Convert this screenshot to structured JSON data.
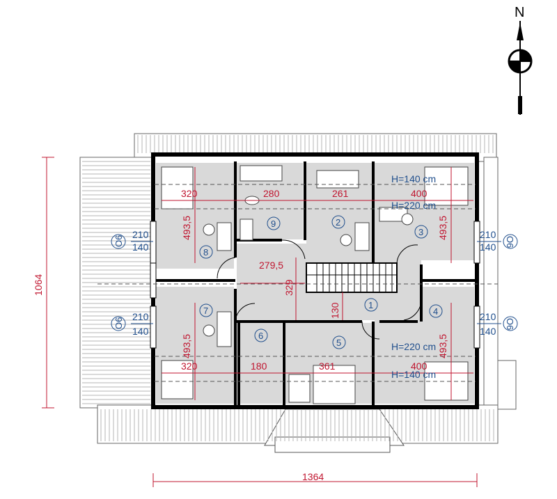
{
  "compass": {
    "north_label": "N"
  },
  "overall": {
    "width": "1364",
    "depth": "1064"
  },
  "rooms": [
    {
      "number": "1"
    },
    {
      "number": "2"
    },
    {
      "number": "3"
    },
    {
      "number": "4"
    },
    {
      "number": "5"
    },
    {
      "number": "6"
    },
    {
      "number": "7"
    },
    {
      "number": "8"
    },
    {
      "number": "9"
    }
  ],
  "dims": {
    "top_320": "320",
    "top_280": "280",
    "top_261": "261",
    "top_400": "400",
    "bot_320": "320",
    "bot_180": "180",
    "bot_361": "361",
    "bot_400": "400",
    "v_493_left_top": "493,5",
    "v_493_left_bot": "493,5",
    "v_493_right_top": "493,5",
    "v_493_right_bot": "493,5",
    "h_279": "279,5",
    "v_329": "329",
    "v_130": "130"
  },
  "heights": {
    "h140_top": "H=140 cm",
    "h220_top": "H=220 cm",
    "h220_bot": "H=220 cm",
    "h140_bot": "H=140 cm"
  },
  "windows": [
    {
      "code": "O6",
      "top": "210",
      "bottom": "140"
    },
    {
      "code": "O6",
      "top": "210",
      "bottom": "140"
    },
    {
      "code": "O6",
      "top": "210",
      "bottom": "140"
    },
    {
      "code": "O6",
      "top": "210",
      "bottom": "140"
    }
  ],
  "colors": {
    "dimension": "#c0152f",
    "label": "#1f4e8c",
    "room_fill": "#d9d9d9",
    "wall": "#000000"
  }
}
